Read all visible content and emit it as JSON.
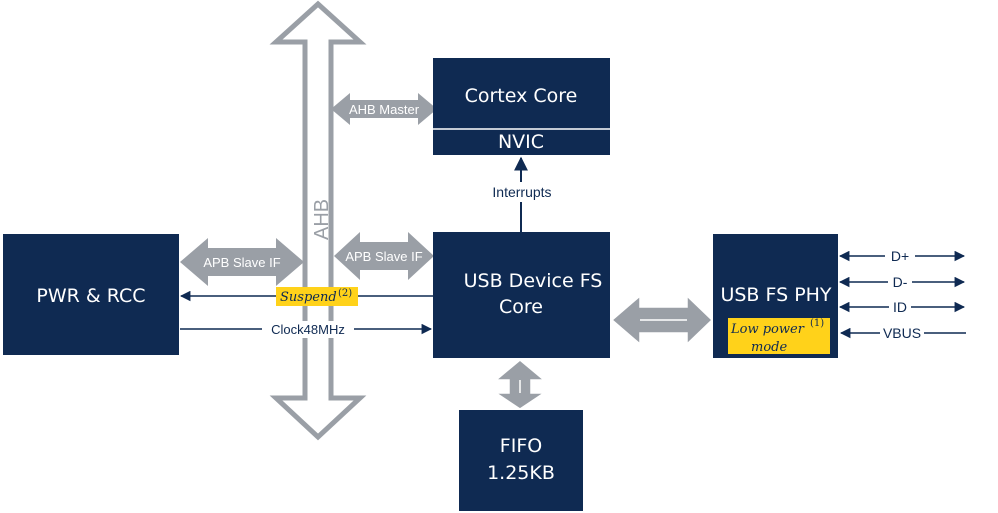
{
  "colors": {
    "block_fill": "#0f2a52",
    "arrow_gray": "#9a9fa6",
    "highlight_yellow": "#ffd21a",
    "line_dark": "#0f2a52"
  },
  "blocks": {
    "cortex_core": {
      "label": "Cortex Core",
      "sub_label": "NVIC"
    },
    "pwr_rcc": {
      "label": "PWR & RCC"
    },
    "usb_device_core": {
      "line1": "USB Device FS",
      "line2": "Core"
    },
    "usb_phy": {
      "label": "USB FS PHY"
    },
    "fifo": {
      "line1": "FIFO",
      "line2": "1.25KB"
    }
  },
  "bus": {
    "ahb_label": "AHB",
    "ahb_master_label": "AHB Master",
    "apb_slave_left": "APB Slave IF",
    "apb_slave_right": "APB Slave IF"
  },
  "signals": {
    "interrupts": "Interrupts",
    "suspend": "Suspend",
    "suspend_note": "(2)",
    "clock": "Clock48MHz",
    "low_power_line1": "Low power",
    "low_power_note": "(1)",
    "low_power_line2": "mode"
  },
  "pins": {
    "d_plus": "D+",
    "d_minus": "D-",
    "id": "ID",
    "vbus": "VBUS"
  }
}
